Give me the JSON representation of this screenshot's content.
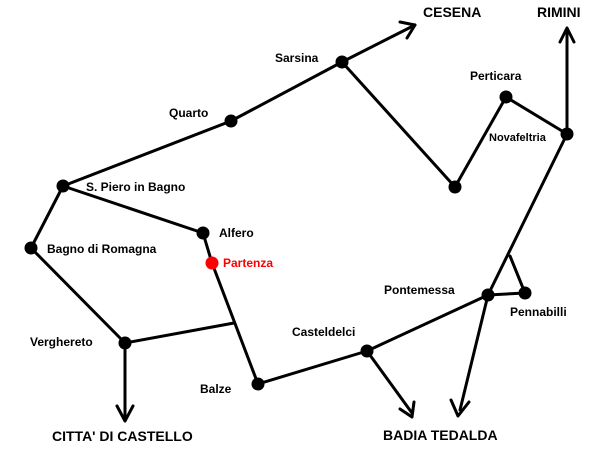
{
  "colors": {
    "line": "#000000",
    "node": "#000000",
    "start": "#ff0000",
    "background": "#ffffff"
  },
  "labels": {
    "cesena": "CESENA",
    "rimini": "RIMINI",
    "sarsina": "Sarsina",
    "perticara": "Perticara",
    "quarto": "Quarto",
    "novafeltria": "Novafeltria",
    "s_piero": "S. Piero in Bagno",
    "alfero": "Alfero",
    "bagno": "Bagno di Romagna",
    "partenza": "Partenza",
    "pontemessa": "Pontemessa",
    "pennabilli": "Pennabilli",
    "casteldelci": "Casteldelci",
    "verghereto": "Verghereto",
    "balze": "Balze",
    "citta_di_castello": "CITTA' DI CASTELLO",
    "badia_tedalda": "BADIA TEDALDA"
  }
}
